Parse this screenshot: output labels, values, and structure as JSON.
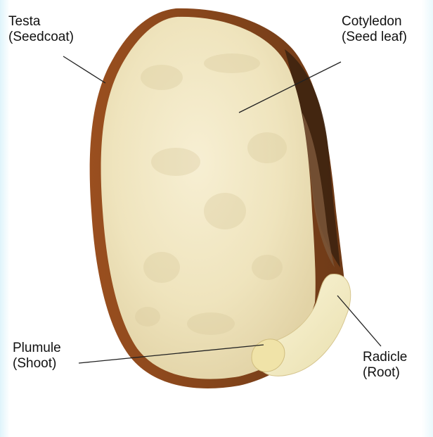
{
  "labels": {
    "testa": {
      "line1": "Testa",
      "line2": "(Seedcoat)"
    },
    "cotyledon": {
      "line1": "Cotyledon",
      "line2": "(Seed leaf)"
    },
    "plumule": {
      "line1": "Plumule",
      "line2": "(Shoot)"
    },
    "radicle": {
      "line1": "Radicle",
      "line2": "(Root)"
    }
  },
  "colors": {
    "testa": "#8a4a1e",
    "cotyledon": "#f2e8c8",
    "cotyledon_shadow": "#d9cba2",
    "embryo": "#f4edc6",
    "hilum_dark": "#3e2410",
    "leader_line": "#222222",
    "background": "#ffffff"
  }
}
